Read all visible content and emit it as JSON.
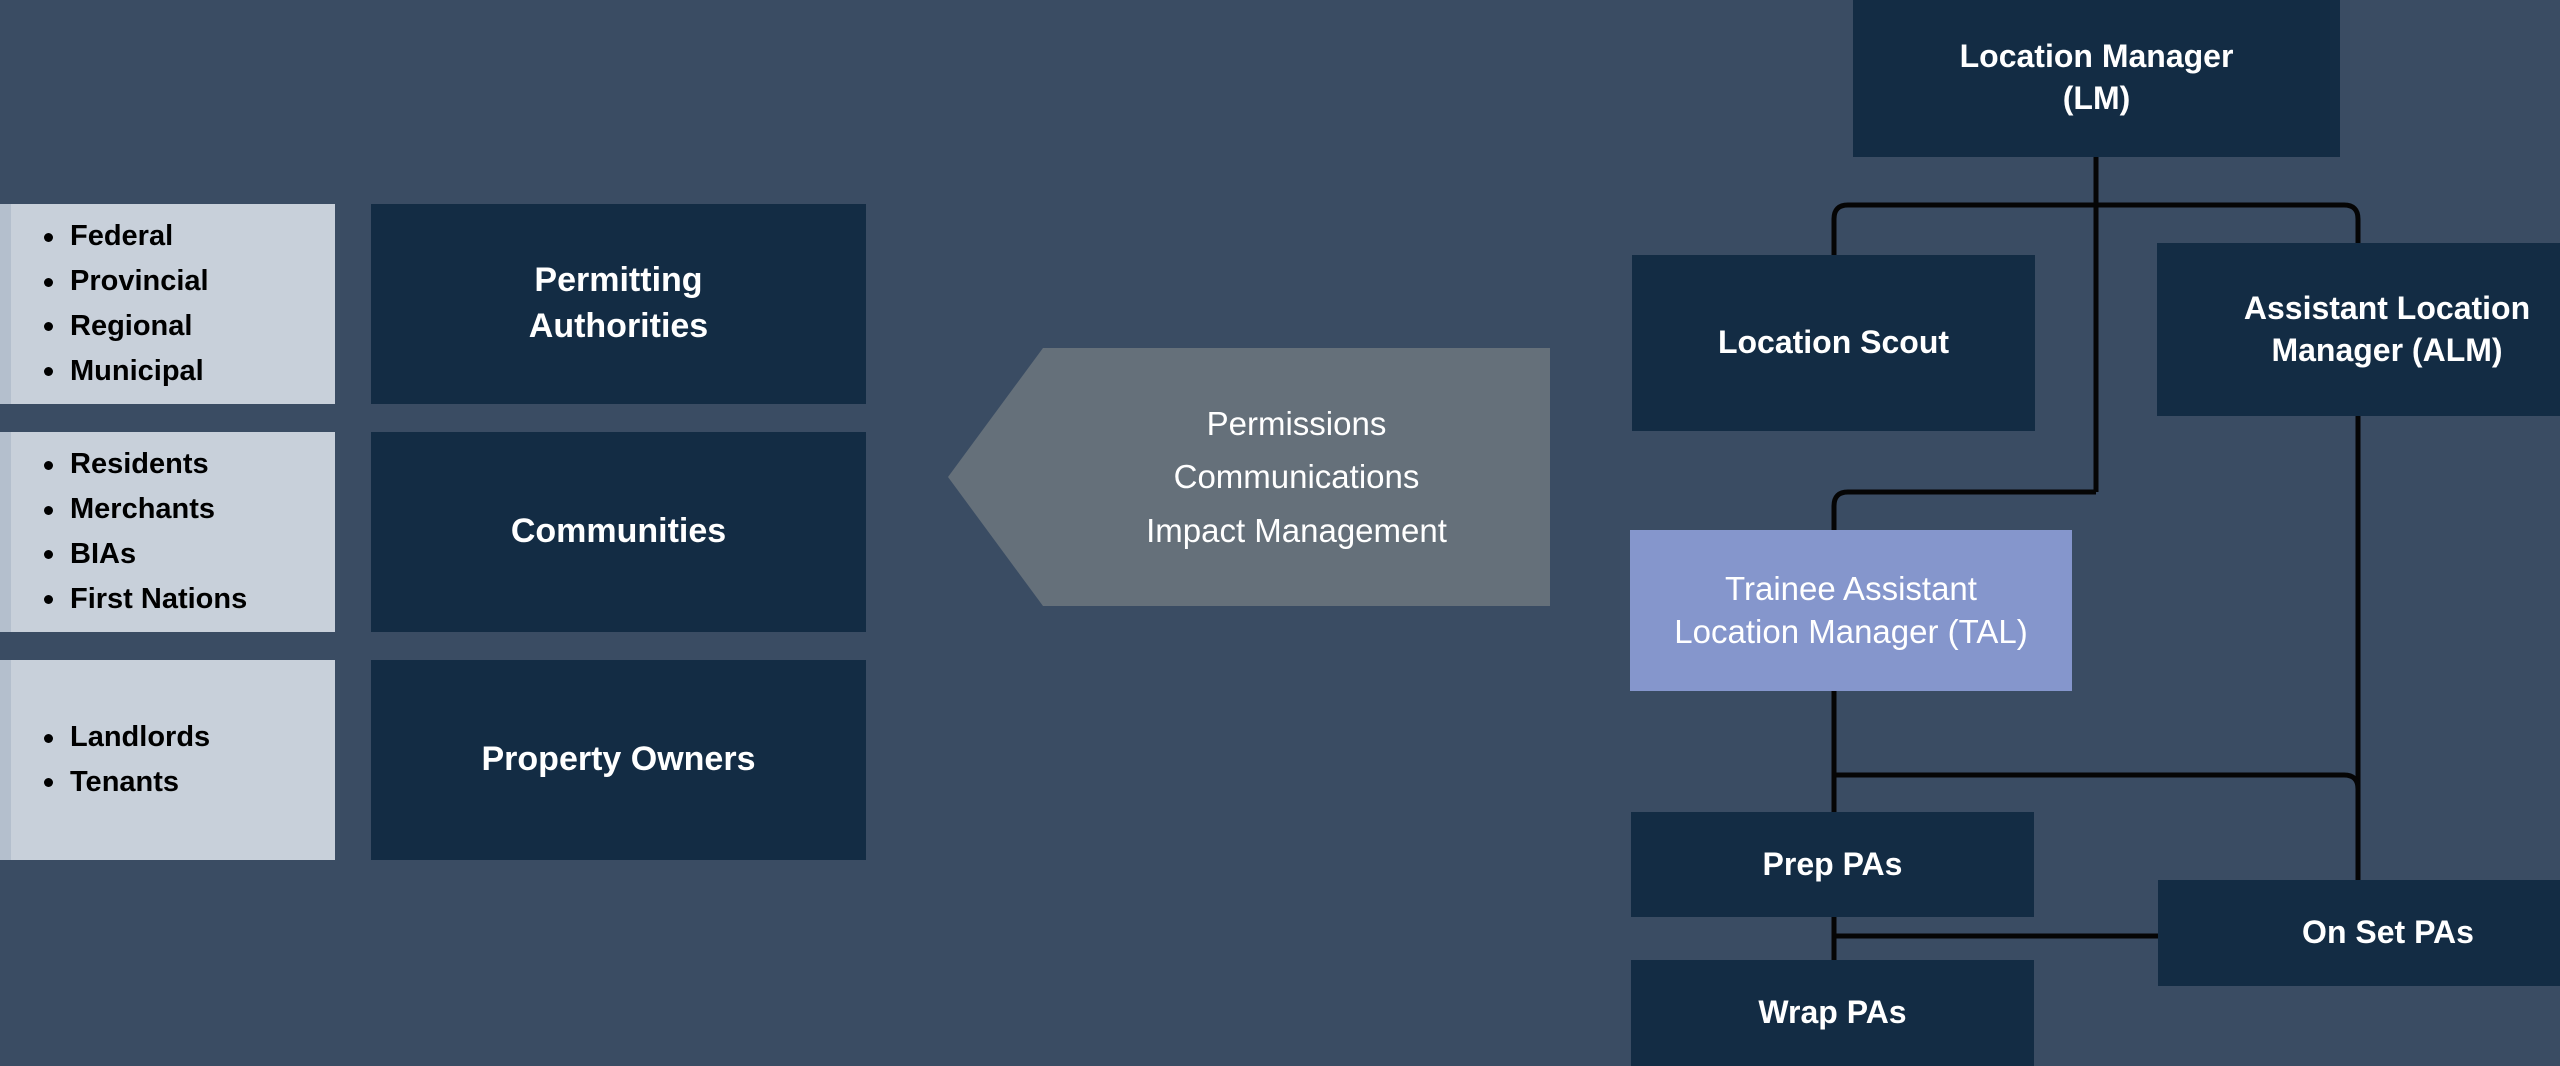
{
  "background_color": "#3a4c63",
  "colors": {
    "dark_navy": "#132c44",
    "light_panel": "#c8d0da",
    "chevron_gray": "#65707a",
    "trainee_purple": "#8596cc",
    "link_line": "#050505",
    "text_light": "#ffffff",
    "text_dark": "#000000"
  },
  "stakeholders": {
    "rows": [
      {
        "list_name": "permitting-authorities-list",
        "items": [
          "Federal",
          "Provincial",
          "Regional",
          "Municipal"
        ],
        "category": "Permitting\nAuthorities",
        "category_line1": "Permitting",
        "category_line2": "Authorities"
      },
      {
        "list_name": "communities-list",
        "items": [
          "Residents",
          "Merchants",
          "BIAs",
          "First Nations"
        ],
        "category": "Communities",
        "category_line1": "Communities",
        "category_line2": ""
      },
      {
        "list_name": "property-owners-list",
        "items": [
          "Landlords",
          "Tenants"
        ],
        "category": "Property Owners",
        "category_line1": "Property Owners",
        "category_line2": ""
      }
    ]
  },
  "chevron": {
    "name": "responsibilities-callout",
    "lines": [
      "Permissions",
      "Communications",
      "Impact Management"
    ],
    "line1": "Permissions",
    "line2": "Communications",
    "line3": "Impact Management",
    "direction": "points-left"
  },
  "org_chart": {
    "nodes": [
      {
        "id": "lm",
        "label": "Location Manager (LM)",
        "line1": "Location Manager",
        "line2": "(LM)",
        "highlight": false
      },
      {
        "id": "scout",
        "label": "Location Scout",
        "line1": "Location Scout",
        "line2": "",
        "highlight": false
      },
      {
        "id": "alm",
        "label": "Assistant Location Manager (ALM)",
        "line1": "Assistant Location",
        "line2": "Manager (ALM)",
        "highlight": false
      },
      {
        "id": "tal",
        "label": "Trainee Assistant Location Manager (TAL)",
        "line1": "Trainee Assistant",
        "line2": "Location Manager (TAL)",
        "highlight": true
      },
      {
        "id": "prep_pas",
        "label": "Prep PAs",
        "line1": "Prep PAs",
        "line2": "",
        "highlight": false
      },
      {
        "id": "onset_pas",
        "label": "On Set PAs",
        "line1": "On Set PAs",
        "line2": "",
        "highlight": false
      },
      {
        "id": "wrap_pas",
        "label": "Wrap PAs",
        "line1": "Wrap PAs",
        "line2": "",
        "highlight": false
      }
    ],
    "edges": [
      {
        "from": "lm",
        "to": "scout"
      },
      {
        "from": "lm",
        "to": "alm"
      },
      {
        "from": "alm",
        "to": "tal"
      },
      {
        "from": "tal",
        "to": "prep_pas"
      },
      {
        "from": "tal",
        "to": "onset_pas"
      },
      {
        "from": "tal",
        "to": "wrap_pas"
      }
    ]
  }
}
